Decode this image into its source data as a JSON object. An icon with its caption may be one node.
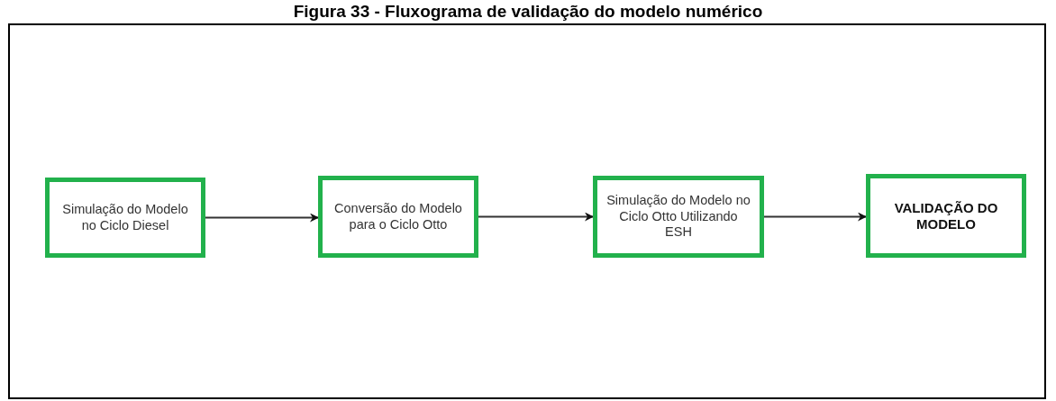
{
  "diagram": {
    "title": "Figura 33 - Fluxograma de validação do modelo numérico",
    "nodes": [
      {
        "text": [
          "Simulação do Modelo no Ciclo Diesel"
        ]
      },
      {
        "text": [
          "Conversão do Modelo para o Ciclo Otto"
        ]
      },
      {
        "text": [
          "Simulação do Modelo no Ciclo Otto Utilizando ESH"
        ]
      },
      {
        "text": [
          "VALIDAÇÃO DO MODELO"
        ]
      }
    ],
    "edges": [
      {
        "from": 0,
        "to": 1,
        "arrow": "to"
      },
      {
        "from": 1,
        "to": 2,
        "arrow": "to"
      },
      {
        "from": 2,
        "to": 3,
        "arrow": "to"
      }
    ]
  }
}
